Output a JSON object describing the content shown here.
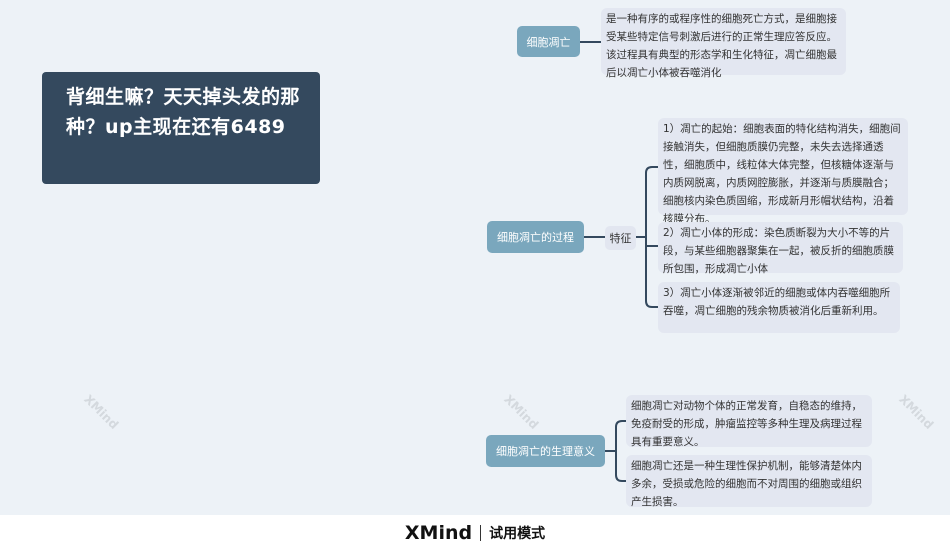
{
  "central_topic": "背细生嘛？天天掉头发的那种？up主现在还有6489",
  "branches": [
    {
      "label": "细胞凋亡",
      "details": [
        "是一种有序的或程序性的细胞死亡方式，是细胞接受某些特定信号刺激后进行的正常生理应答反应。该过程具有典型的形态学和生化特征，凋亡细胞最后以凋亡小体被吞噬消化"
      ]
    },
    {
      "label": "细胞凋亡的过程",
      "sub_label": "特征",
      "details": [
        "1）凋亡的起始：细胞表面的特化结构消失，细胞间接触消失，但细胞质膜仍完整，未失去选择通透性，细胞质中，线粒体大体完整，但核糖体逐渐与内质网脱离，内质网腔膨胀，并逐渐与质膜融合；细胞核内染色质固缩，形成新月形帽状结构，沿着核膜分布。",
        "2）凋亡小体的形成：染色质断裂为大小不等的片段，与某些细胞器聚集在一起，被反折的细胞质膜所包围，形成凋亡小体",
        "3）凋亡小体逐渐被邻近的细胞或体内吞噬细胞所吞噬，凋亡细胞的残余物质被消化后重新利用。"
      ]
    },
    {
      "label": "细胞凋亡的生理意义",
      "details": [
        "细胞凋亡对动物个体的正常发育，自稳态的维持，免疫耐受的形成，肿瘤监控等多种生理及病理过程具有重要意义。",
        "细胞凋亡还是一种生理性保护机制，能够清楚体内多余，受损或危险的细胞而不对周围的细胞或组织产生损害。"
      ]
    }
  ],
  "watermark": {
    "brand": "XMind",
    "mode": "试用模式"
  },
  "footer": {
    "brand": "XMind",
    "mode": "试用模式"
  },
  "colors": {
    "background": "#edf2f7",
    "central": "#34495e",
    "topic": "#7aa7bd",
    "detail": "#e3e7f1"
  }
}
